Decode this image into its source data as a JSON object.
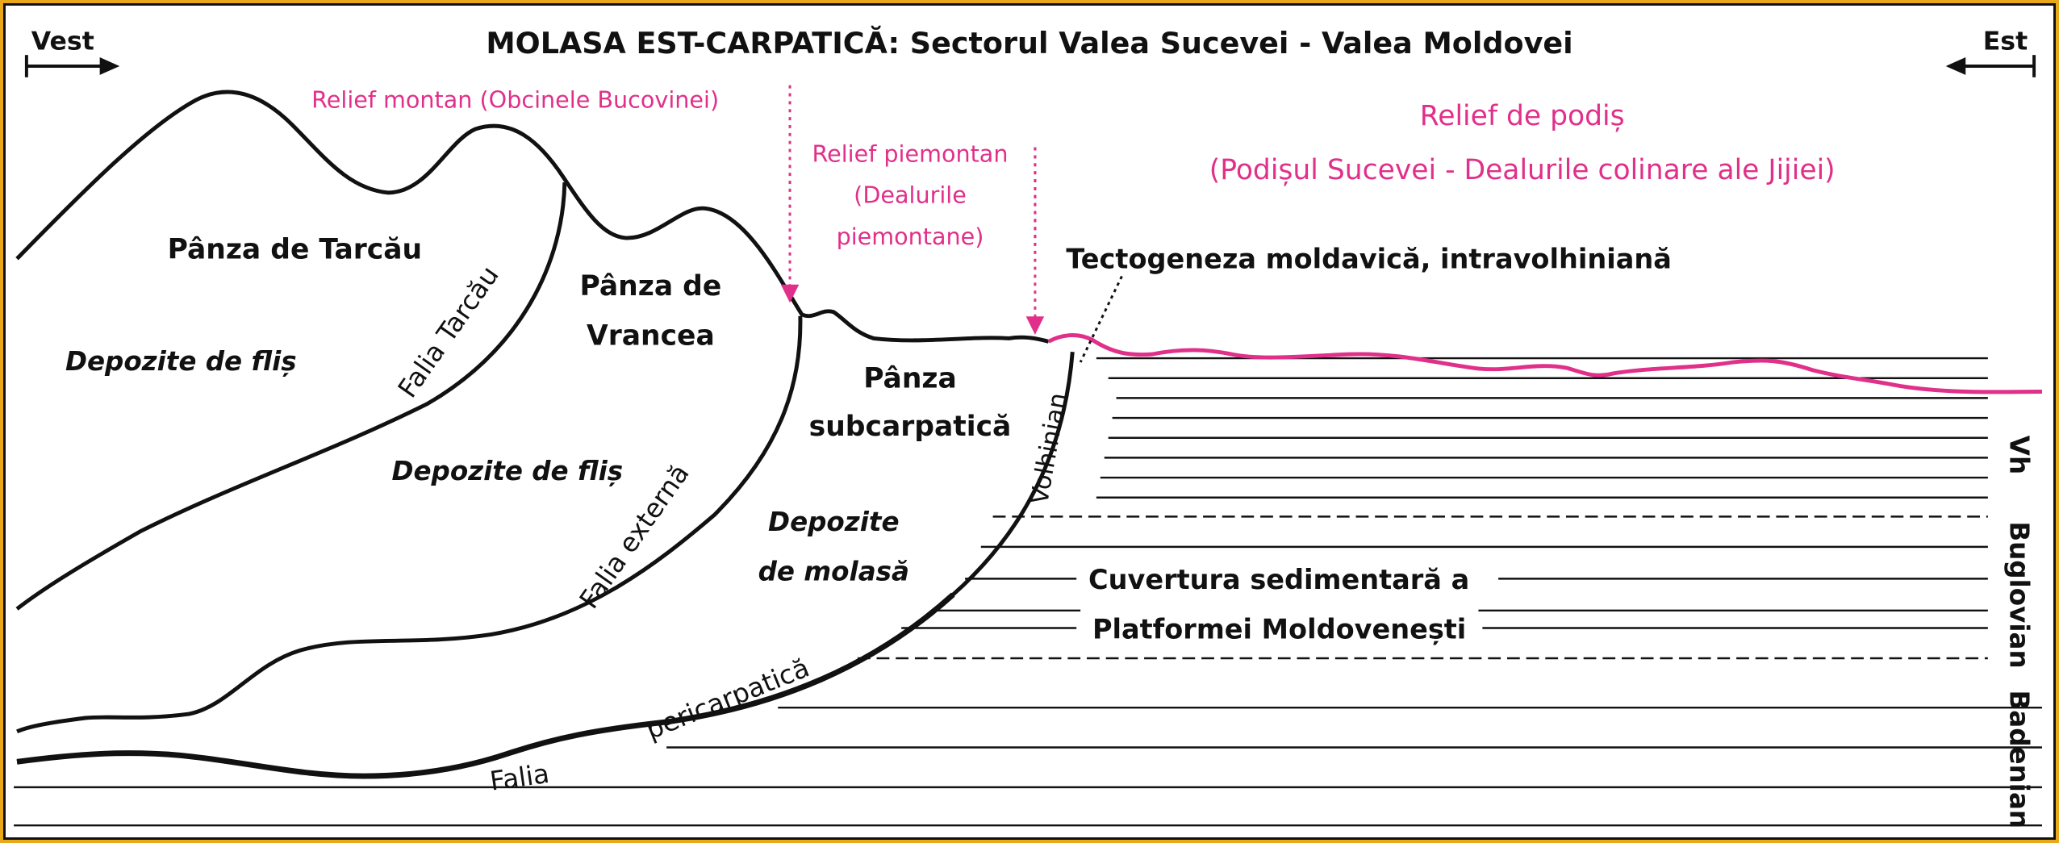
{
  "title": "MOLASA EST-CARPATICĂ: Sectorul Valea Sucevei - Valea Moldovei",
  "direction": {
    "west": "Vest",
    "east": "Est"
  },
  "relief": {
    "montan": "Relief montan (Obcinele Bucovinei)",
    "piemontan": [
      "Relief piemontan",
      "(Dealurile",
      "piemontane)"
    ],
    "podis": [
      "Relief de podiș",
      "(Podișul Sucevei - Dealurile colinare ale Jijiei)"
    ]
  },
  "units": {
    "tarcau": "Pânza de Tarcău",
    "flis_1": "Depozite de fliș",
    "falia_tarcau": "Falia  Tarcău",
    "vrancea": [
      "Pânza de",
      "Vrancea"
    ],
    "flis_2": "Depozite de fliș",
    "falia_externa": "Falia  externă",
    "subcarpatica": [
      "Pânza",
      "subcarpatică"
    ],
    "molasa": [
      "Depozite",
      "de molasă"
    ],
    "falia_pericarpatica_1": "Falia",
    "falia_pericarpatica_2": "pericarpatică",
    "volhinian": "Volhinian",
    "tectogeneza": "Tectogeneza moldavică, intravolhiniană",
    "cuvertura": [
      "Cuvertura sedimentară a",
      "Platformei Moldovenești"
    ]
  },
  "stratigraphy": [
    "Vh",
    "Buglovian",
    "Badenian"
  ],
  "colors": {
    "accent": "#e0308a",
    "line": "#111111",
    "background": "#ffffff",
    "frame": "#e8a81a"
  }
}
